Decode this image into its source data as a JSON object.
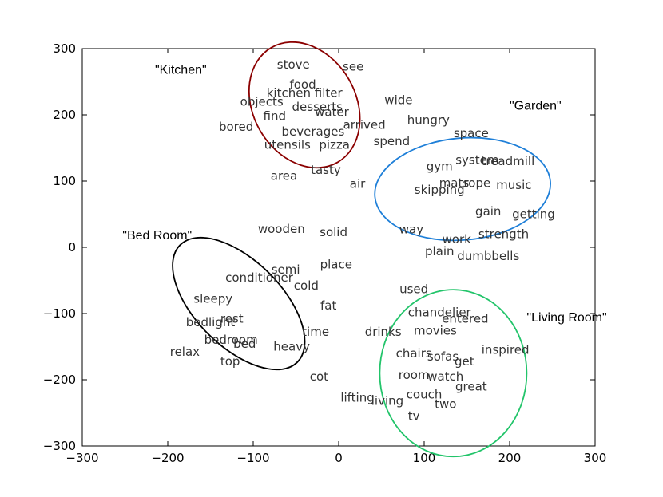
{
  "chart_data": {
    "type": "scatter",
    "title": "",
    "xlabel": "",
    "ylabel": "",
    "xlim": [
      -300,
      300
    ],
    "ylim": [
      -300,
      300
    ],
    "xticks": [
      -300,
      -200,
      -100,
      0,
      100,
      200,
      300
    ],
    "yticks": [
      -300,
      -200,
      -100,
      0,
      100,
      200,
      300
    ],
    "xtick_labels": [
      "−300",
      "−200",
      "−100",
      "0",
      "100",
      "200",
      "300"
    ],
    "ytick_labels": [
      "−300",
      "−200",
      "−100",
      "0",
      "100",
      "200",
      "300"
    ],
    "grid": false,
    "word_color": "#333333",
    "points": [
      {
        "label": "stove",
        "x": -53,
        "y": 276
      },
      {
        "label": "see",
        "x": 17,
        "y": 273
      },
      {
        "label": "food",
        "x": -42,
        "y": 246
      },
      {
        "label": "kitchen filter",
        "x": -40,
        "y": 233
      },
      {
        "label": "objects",
        "x": -90,
        "y": 220
      },
      {
        "label": "desserts",
        "x": -25,
        "y": 212
      },
      {
        "label": "wide",
        "x": 70,
        "y": 222
      },
      {
        "label": "find",
        "x": -75,
        "y": 198
      },
      {
        "label": "water",
        "x": -8,
        "y": 204
      },
      {
        "label": "\"Garden\"",
        "x": 0,
        "y": 0,
        "skip": true
      },
      {
        "label": "hungry",
        "x": 105,
        "y": 192
      },
      {
        "label": "bored",
        "x": -120,
        "y": 182
      },
      {
        "label": "arrived",
        "x": 30,
        "y": 185
      },
      {
        "label": "beverages",
        "x": -30,
        "y": 175
      },
      {
        "label": "space",
        "x": 155,
        "y": 172
      },
      {
        "label": "spend",
        "x": 62,
        "y": 160
      },
      {
        "label": "utensils",
        "x": -60,
        "y": 155
      },
      {
        "label": "pizza",
        "x": -5,
        "y": 155
      },
      {
        "label": "system",
        "x": 162,
        "y": 132
      },
      {
        "label": "treadmill",
        "x": 198,
        "y": 130
      },
      {
        "label": "gym",
        "x": 118,
        "y": 122
      },
      {
        "label": "tasty",
        "x": -15,
        "y": 117
      },
      {
        "label": "area",
        "x": -64,
        "y": 108
      },
      {
        "label": "air",
        "x": 22,
        "y": 96
      },
      {
        "label": "mats",
        "x": 135,
        "y": 97
      },
      {
        "label": "rope",
        "x": 162,
        "y": 97
      },
      {
        "label": "music",
        "x": 205,
        "y": 94
      },
      {
        "label": "skipping",
        "x": 118,
        "y": 87
      },
      {
        "label": "gain",
        "x": 175,
        "y": 54
      },
      {
        "label": "getting",
        "x": 228,
        "y": 50
      },
      {
        "label": "wooden",
        "x": -67,
        "y": 28
      },
      {
        "label": "solid",
        "x": -6,
        "y": 23
      },
      {
        "label": "way",
        "x": 85,
        "y": 27
      },
      {
        "label": "strength",
        "x": 193,
        "y": 20
      },
      {
        "label": "work",
        "x": 138,
        "y": 12
      },
      {
        "label": "plain",
        "x": 118,
        "y": -6
      },
      {
        "label": "dumbbells",
        "x": 175,
        "y": -13
      },
      {
        "label": "place",
        "x": -3,
        "y": -26
      },
      {
        "label": "semi",
        "x": -62,
        "y": -34
      },
      {
        "label": "conditioner",
        "x": -93,
        "y": -46
      },
      {
        "label": "cold",
        "x": -38,
        "y": -58
      },
      {
        "label": "used",
        "x": 88,
        "y": -63
      },
      {
        "label": "sleepy",
        "x": -147,
        "y": -78
      },
      {
        "label": "fat",
        "x": -12,
        "y": -88
      },
      {
        "label": "chandelier",
        "x": 118,
        "y": -98
      },
      {
        "label": "entered",
        "x": 148,
        "y": -108
      },
      {
        "label": "rest",
        "x": -125,
        "y": -108
      },
      {
        "label": "bedlight",
        "x": -150,
        "y": -113
      },
      {
        "label": "time",
        "x": -27,
        "y": -128
      },
      {
        "label": "drinks",
        "x": 52,
        "y": -128
      },
      {
        "label": "movies",
        "x": 113,
        "y": -126
      },
      {
        "label": "bedroom",
        "x": -126,
        "y": -140
      },
      {
        "label": "bed",
        "x": -110,
        "y": -146
      },
      {
        "label": "heavy",
        "x": -55,
        "y": -150
      },
      {
        "label": "relax",
        "x": -180,
        "y": -158
      },
      {
        "label": "inspired",
        "x": 195,
        "y": -155
      },
      {
        "label": "chairs",
        "x": 88,
        "y": -160
      },
      {
        "label": "sofas",
        "x": 122,
        "y": -165
      },
      {
        "label": "get",
        "x": 147,
        "y": -172
      },
      {
        "label": "top",
        "x": -127,
        "y": -172
      },
      {
        "label": "cot",
        "x": -23,
        "y": -195
      },
      {
        "label": "room",
        "x": 88,
        "y": -193
      },
      {
        "label": "watch",
        "x": 125,
        "y": -195
      },
      {
        "label": "great",
        "x": 155,
        "y": -210
      },
      {
        "label": "couch",
        "x": 100,
        "y": -222
      },
      {
        "label": "lifting",
        "x": 22,
        "y": -227
      },
      {
        "label": "living",
        "x": 57,
        "y": -232
      },
      {
        "label": "two",
        "x": 125,
        "y": -237
      },
      {
        "label": "tv",
        "x": 88,
        "y": -255
      }
    ],
    "clusters": [
      {
        "name": "\"Kitchen\"",
        "color": "#8b0000",
        "cx": -40,
        "cy": 215,
        "rx": 60,
        "ry": 100,
        "angle": -30,
        "label_x": -215,
        "label_y": 262
      },
      {
        "name": "\"Garden\"",
        "color": "#1e7fd8",
        "cx": 145,
        "cy": 88,
        "rx": 103,
        "ry": 77,
        "angle": -5,
        "label_x": 200,
        "label_y": 208
      },
      {
        "name": "\"Bed Room\"",
        "color": "#000000",
        "cx": -117,
        "cy": -85,
        "rx": 97,
        "ry": 65,
        "angle": 45,
        "label_x": -253,
        "label_y": 12
      },
      {
        "name": "\"Living Room\"",
        "color": "#22c46a",
        "cx": 134,
        "cy": -190,
        "rx": 86,
        "ry": 126,
        "angle": 0,
        "label_x": 220,
        "label_y": -112
      }
    ]
  }
}
